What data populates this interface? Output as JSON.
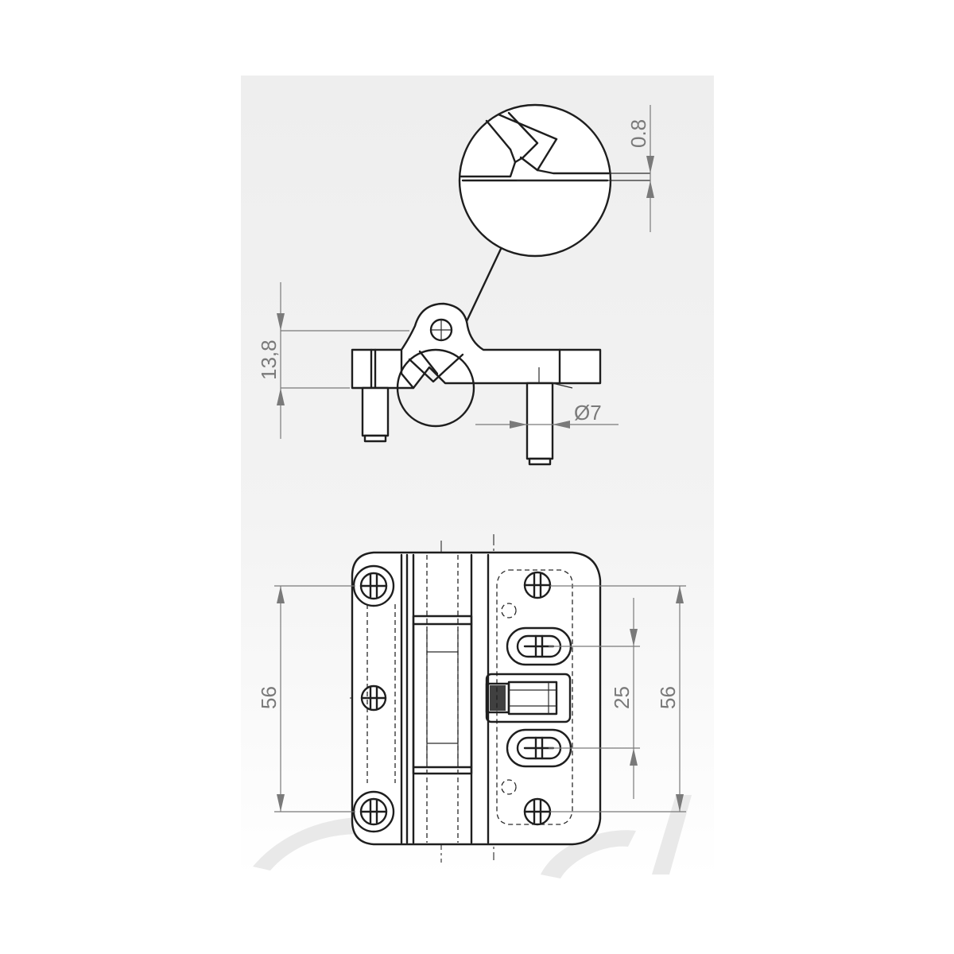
{
  "dimensions": {
    "groove_depth": "0.8",
    "hinge_height": "13,8",
    "pin_diameter": "Ø7",
    "hole_spacing_left": "56",
    "slot_spacing": "25",
    "hole_spacing_right": "56"
  },
  "colors": {
    "line": "#1e1e1e",
    "dimension": "#7a7a7a",
    "background": "#f0f0f0"
  }
}
